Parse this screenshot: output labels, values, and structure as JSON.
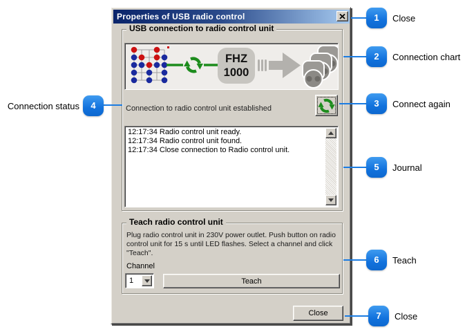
{
  "window": {
    "title": "Properties of USB radio control",
    "usb_group": {
      "title": "USB connection to radio control unit",
      "chart": {
        "fhz_line1": "FHZ",
        "fhz_line2": "1000"
      },
      "status_text": "Connection to radio control unit established",
      "journal_lines": [
        "12:17:34 Radio control unit ready.",
        "12:17:34 Radio control unit found.",
        "12:17:34 Close connection to Radio control unit."
      ]
    },
    "teach_group": {
      "title": "Teach radio control unit",
      "instructions": "Plug radio control unit in 230V power outlet. Push button on radio control unit for 15 s until LED flashes. Select a channel and click \"Teach\".",
      "channel_label": "Channel",
      "channel_value": "1",
      "teach_button_label": "Teach"
    },
    "close_button_label": "Close"
  },
  "callouts": [
    {
      "num": "1",
      "label": "Close"
    },
    {
      "num": "2",
      "label": "Connection chart"
    },
    {
      "num": "3",
      "label": "Connect again"
    },
    {
      "num": "4",
      "label": "Connection status"
    },
    {
      "num": "5",
      "label": "Journal"
    },
    {
      "num": "6",
      "label": "Teach"
    },
    {
      "num": "7",
      "label": "Close"
    }
  ],
  "icons": [
    "close-icon",
    "software-logo-icon",
    "sync-icon",
    "fhz-device-icon",
    "arrow-right-icon",
    "power-sockets-icon",
    "refresh-icon",
    "scroll-up-icon",
    "scroll-down-icon",
    "dropdown-arrow-icon"
  ],
  "colors": {
    "dialog_gray": "#d4d0c8",
    "titlebar_left": "#0a246a",
    "titlebar_right": "#a6caf0",
    "callout_blue": "#1b7ce2",
    "connection_green": "#1d8c1d"
  }
}
